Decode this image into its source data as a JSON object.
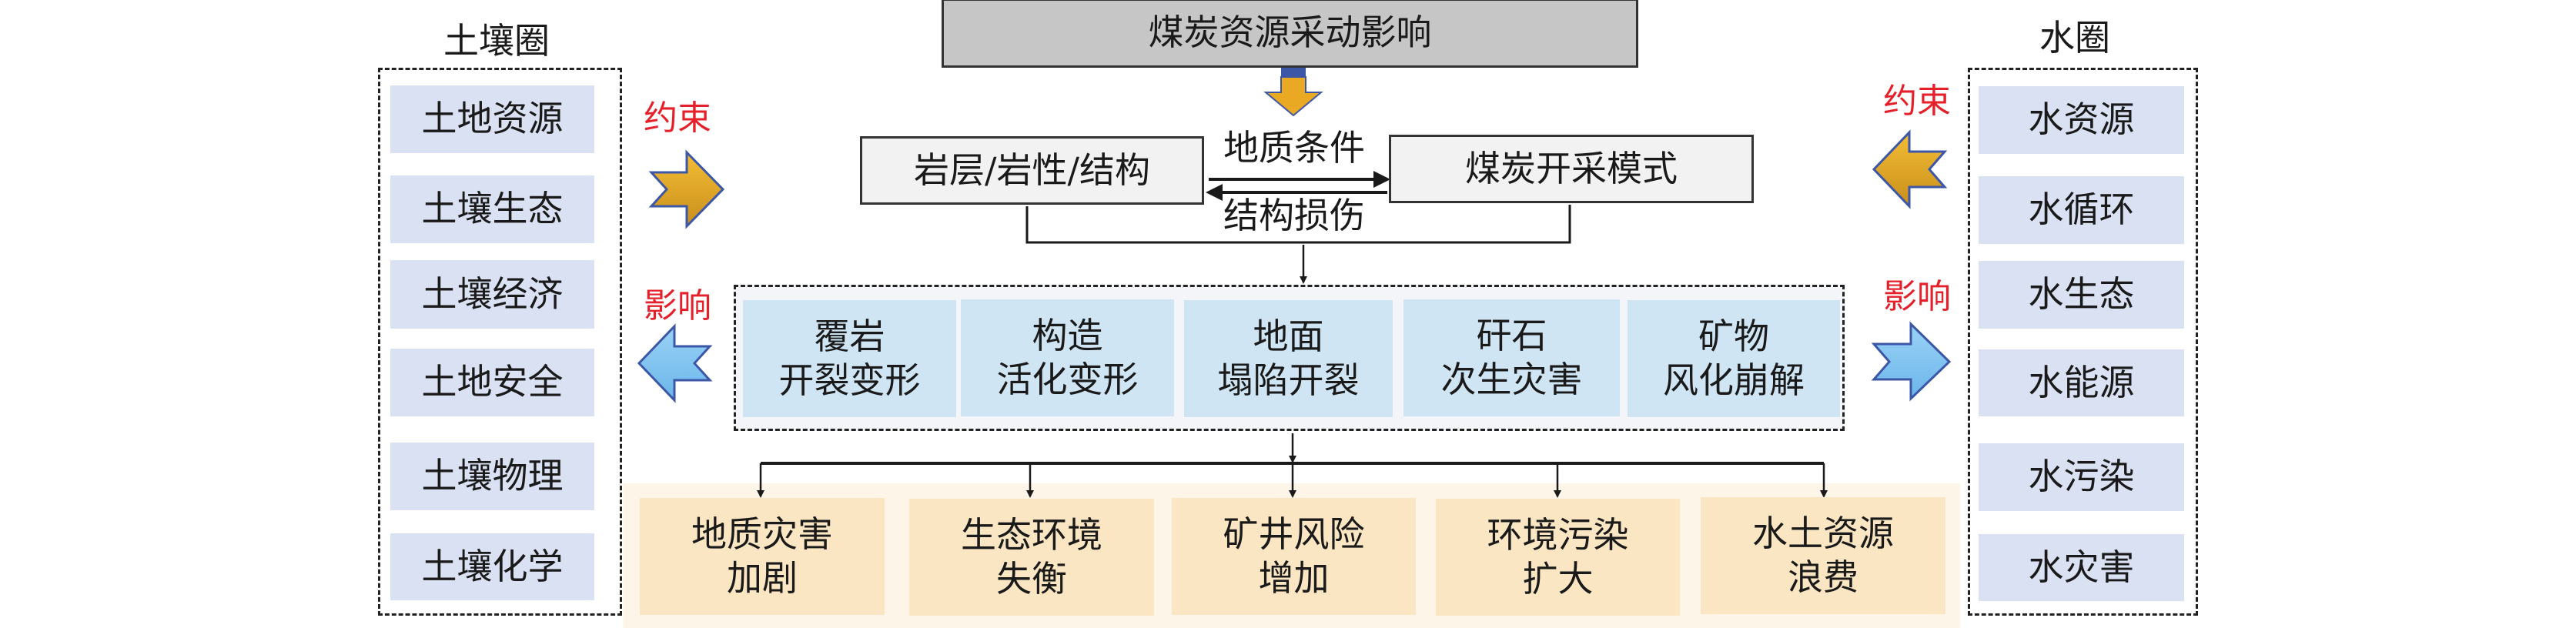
{
  "top": {
    "title": "煤炭资源采动影响"
  },
  "left_sphere": {
    "title": "土壤圈",
    "items": [
      "土地资源",
      "土壤生态",
      "土壤经济",
      "土地安全",
      "土壤物理",
      "土壤化学"
    ],
    "constraint_label": "约束",
    "influence_label": "影响"
  },
  "right_sphere": {
    "title": "水圈",
    "items": [
      "水资源",
      "水循环",
      "水生态",
      "水能源",
      "水污染",
      "水灾害"
    ],
    "constraint_label": "约束",
    "influence_label": "影响"
  },
  "middle": {
    "left_box": "岩层/岩性/结构",
    "right_box": "煤炭开采模式",
    "forward_label": "地质条件",
    "backward_label": "结构损伤"
  },
  "processes": [
    {
      "line1": "覆岩",
      "line2": "开裂变形"
    },
    {
      "line1": "构造",
      "line2": "活化变形"
    },
    {
      "line1": "地面",
      "line2": "塌陷开裂"
    },
    {
      "line1": "矸石",
      "line2": "次生灾害"
    },
    {
      "line1": "矿物",
      "line2": "风化崩解"
    }
  ],
  "outcomes": [
    {
      "line1": "地质灾害",
      "line2": "加剧"
    },
    {
      "line1": "生态环境",
      "line2": "失衡"
    },
    {
      "line1": "矿井风险",
      "line2": "增加"
    },
    {
      "line1": "环境污染",
      "line2": "扩大"
    },
    {
      "line1": "水土资源",
      "line2": "浪费"
    }
  ],
  "colors": {
    "gold": "#e9a925",
    "blue": "#7cc1ef",
    "red": "#e4202a",
    "outline": "#3c57a6"
  }
}
